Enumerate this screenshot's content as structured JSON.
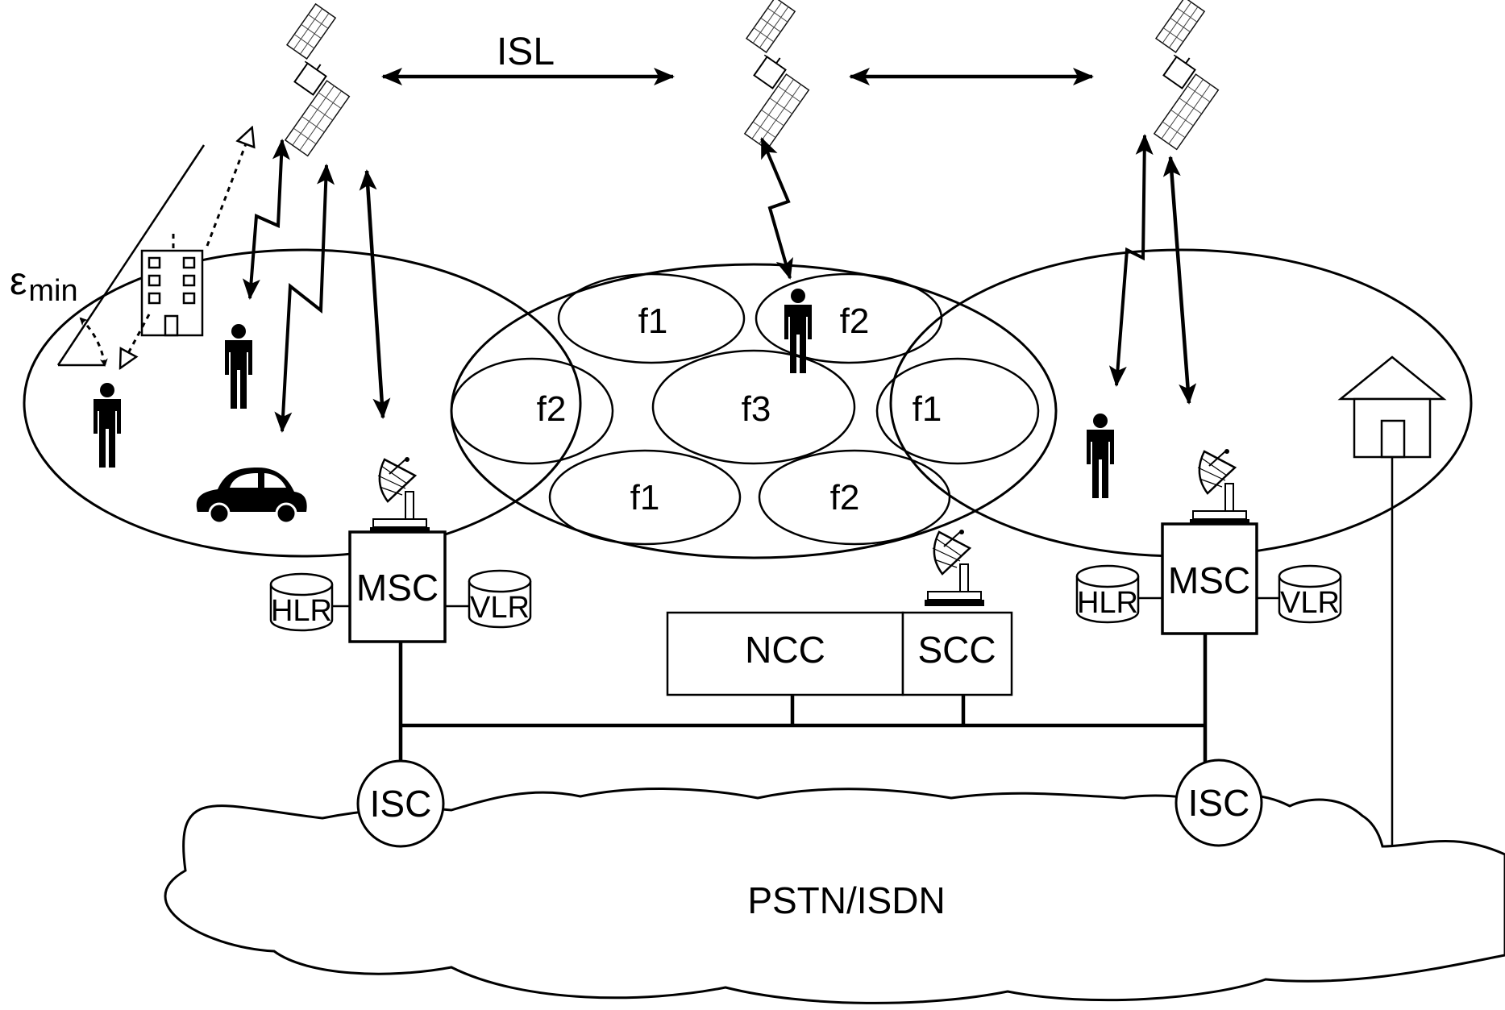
{
  "labels": {
    "isl": "ISL",
    "epsilon_symbol": "ε",
    "epsilon_subscript": "min",
    "msc_left": "MSC",
    "msc_right": "MSC",
    "hlr_left": "HLR",
    "vlr_left": "VLR",
    "hlr_right": "HLR",
    "vlr_right": "VLR",
    "ncc": "NCC",
    "scc": "SCC",
    "isc_left": "ISC",
    "isc_right": "ISC",
    "pstn": "PSTN/ISDN"
  },
  "cells": {
    "top_left": "f1",
    "top_right": "f2",
    "mid_left": "f2",
    "center": "f3",
    "mid_right": "f1",
    "bottom_left": "f1",
    "bottom_right": "f2"
  },
  "icons": [
    "satellite-icon",
    "person-icon",
    "building-icon",
    "car-icon",
    "house-icon",
    "satellite-dish-icon",
    "database-icon",
    "cloud-shape"
  ]
}
